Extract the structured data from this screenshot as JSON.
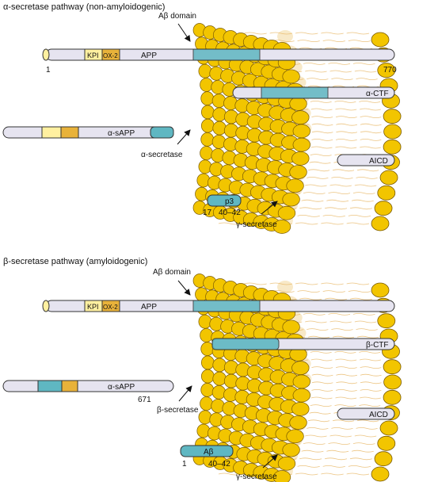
{
  "colors": {
    "bead_fill": "#f2c500",
    "bead_stroke": "#7a5a00",
    "bead_ghost": "#f3d79a",
    "lipid_tail": "#e7b561",
    "app_body": "#e6e4f0",
    "kpi": "#fff0a0",
    "ox2": "#e8b23a",
    "abeta": "#5fb7c2",
    "outline": "#333333"
  },
  "alpha": {
    "pathway_title": "α-secretase pathway (non-amyloidogenic)",
    "domain_label": "Aβ domain",
    "app_kpi": "KPI",
    "app_ox2": "OX-2",
    "app_label": "APP",
    "app_start": "1",
    "app_end": "770",
    "ctf_label": "α-CTF",
    "sapp_label": "α-sAPP",
    "secretase_label": "α-secretase",
    "aicd_label": "AICD",
    "p3_label": "p3",
    "p3_start": "17",
    "p3_end": "40–42",
    "gamma_label": "γ-secretase"
  },
  "beta": {
    "pathway_title": "β-secretase pathway (amyloidogenic)",
    "domain_label": "Aβ domain",
    "app_kpi": "KPI",
    "app_ox2": "OX-2",
    "app_label": "APP",
    "ctf_label": "β-CTF",
    "sapp_label": "α-sAPP",
    "sapp_end": "671",
    "secretase_label": "β-secretase",
    "aicd_label": "AICD",
    "abeta_label": "Aβ",
    "abeta_start": "1",
    "abeta_end": "40–42",
    "gamma_label": "γ-secretase"
  }
}
